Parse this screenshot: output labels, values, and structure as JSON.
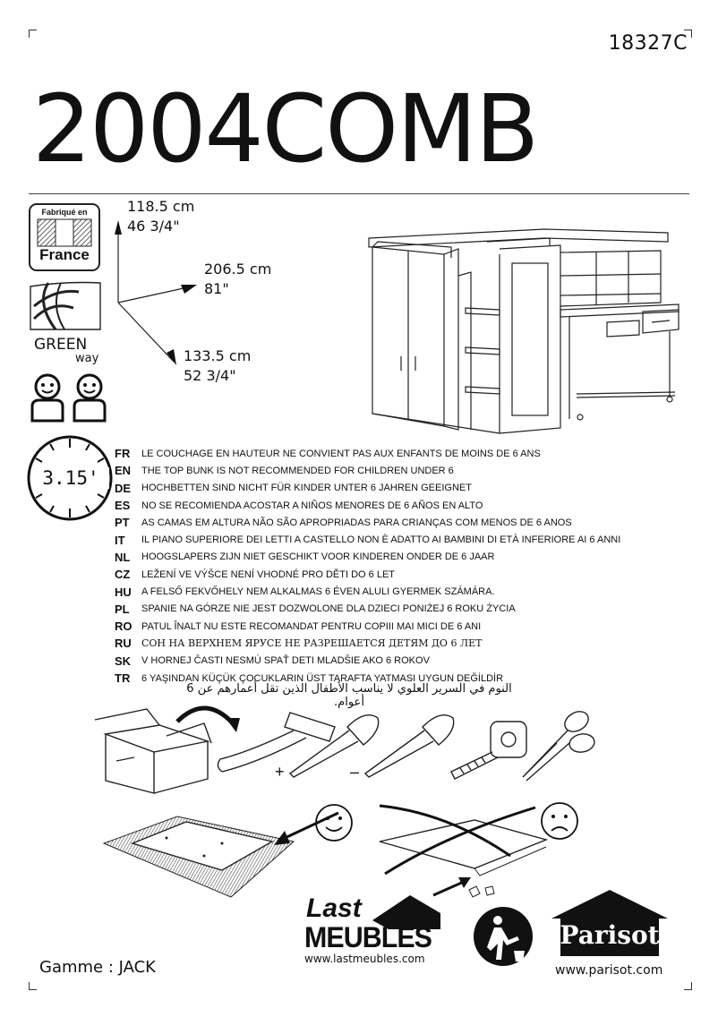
{
  "header": {
    "reference": "18327C",
    "model": "2004COMB"
  },
  "badges": {
    "made_in_label": "Fabriqué en",
    "made_in_country": "France",
    "green_label": "GREEN",
    "green_sub": "way",
    "time": "3.15'"
  },
  "dimensions": {
    "height_cm": "118.5 cm",
    "height_in": "46 3/4\"",
    "length_cm": "206.5 cm",
    "length_in": "81\"",
    "depth_cm": "133.5 cm",
    "depth_in": "52 3/4\""
  },
  "warnings": [
    {
      "code": "FR",
      "text": "LE COUCHAGE EN HAUTEUR NE CONVIENT PAS AUX ENFANTS DE MOINS DE 6 ANS"
    },
    {
      "code": "EN",
      "text": "THE TOP BUNK IS NOT RECOMMENDED FOR CHILDREN UNDER 6"
    },
    {
      "code": "DE",
      "text": "HOCHBETTEN SIND NICHT FÜR KINDER UNTER 6 JAHREN GEEIGNET"
    },
    {
      "code": "ES",
      "text": "NO SE RECOMIENDA ACOSTAR A NIÑOS MENORES DE 6 AÑOS EN ALTO"
    },
    {
      "code": "PT",
      "text": "AS CAMAS EM ALTURA NÃO SÃO APROPRIADAS PARA CRIANÇAS COM MENOS DE 6 ANOS"
    },
    {
      "code": "IT",
      "text": "IL PIANO SUPERIORE DEI LETTI A CASTELLO NON È ADATTO AI BAMBINI DI ETÀ INFERIORE AI 6 ANNI"
    },
    {
      "code": "NL",
      "text": "HOOGSLAPERS ZIJN NIET GESCHIKT VOOR KINDEREN ONDER DE 6 JAAR"
    },
    {
      "code": "CZ",
      "text": "LEŽENÍ VE VÝŠCE NENÍ VHODNÉ PRO DĚTI DO 6 LET"
    },
    {
      "code": "HU",
      "text": "A FELSŐ FEKVŐHELY NEM ALKALMAS 6 ÉVEN ALULI GYERMEK SZÁMÁRA."
    },
    {
      "code": "PL",
      "text": "SPANIE NA GÓRZE NIE JEST DOZWOLONE DLA DZIECI PONIŻEJ 6 ROKU ŻYCIA"
    },
    {
      "code": "RO",
      "text": "PATUL ÎNALT NU ESTE RECOMANDAT PENTRU COPIII MAI MICI DE 6 ANI"
    },
    {
      "code": "RU",
      "text": "СОН НА ВЕРХНЕМ ЯРУСЕ НЕ РАЗРЕШАЕТСЯ ДЕТЯМ ДО 6 ЛЕТ"
    },
    {
      "code": "SK",
      "text": "V HORNEJ ČASTI NESMÚ SPAŤ DETI MLADŠIE AKO 6 ROKOV"
    },
    {
      "code": "TR",
      "text": "6 YAŞINDAN KÜÇÜK ÇOCUKLARIN ÜST TARAFTA YATMASI UYGUN DEĞİLDİR"
    }
  ],
  "arabic_warning": "النوم في السرير العلوي لا يناسب الأطفال الذين تقل أعمارهم عن 6 أعوام.",
  "tools": {
    "plus": "+",
    "minus": "–"
  },
  "footer": {
    "range": "Gamme : JACK",
    "last_line1": "Last",
    "last_line2": "MEUBLES",
    "last_url": "www.lastmeubles.com",
    "parisot_name": "Parisot",
    "parisot_url": "www.parisot.com"
  }
}
